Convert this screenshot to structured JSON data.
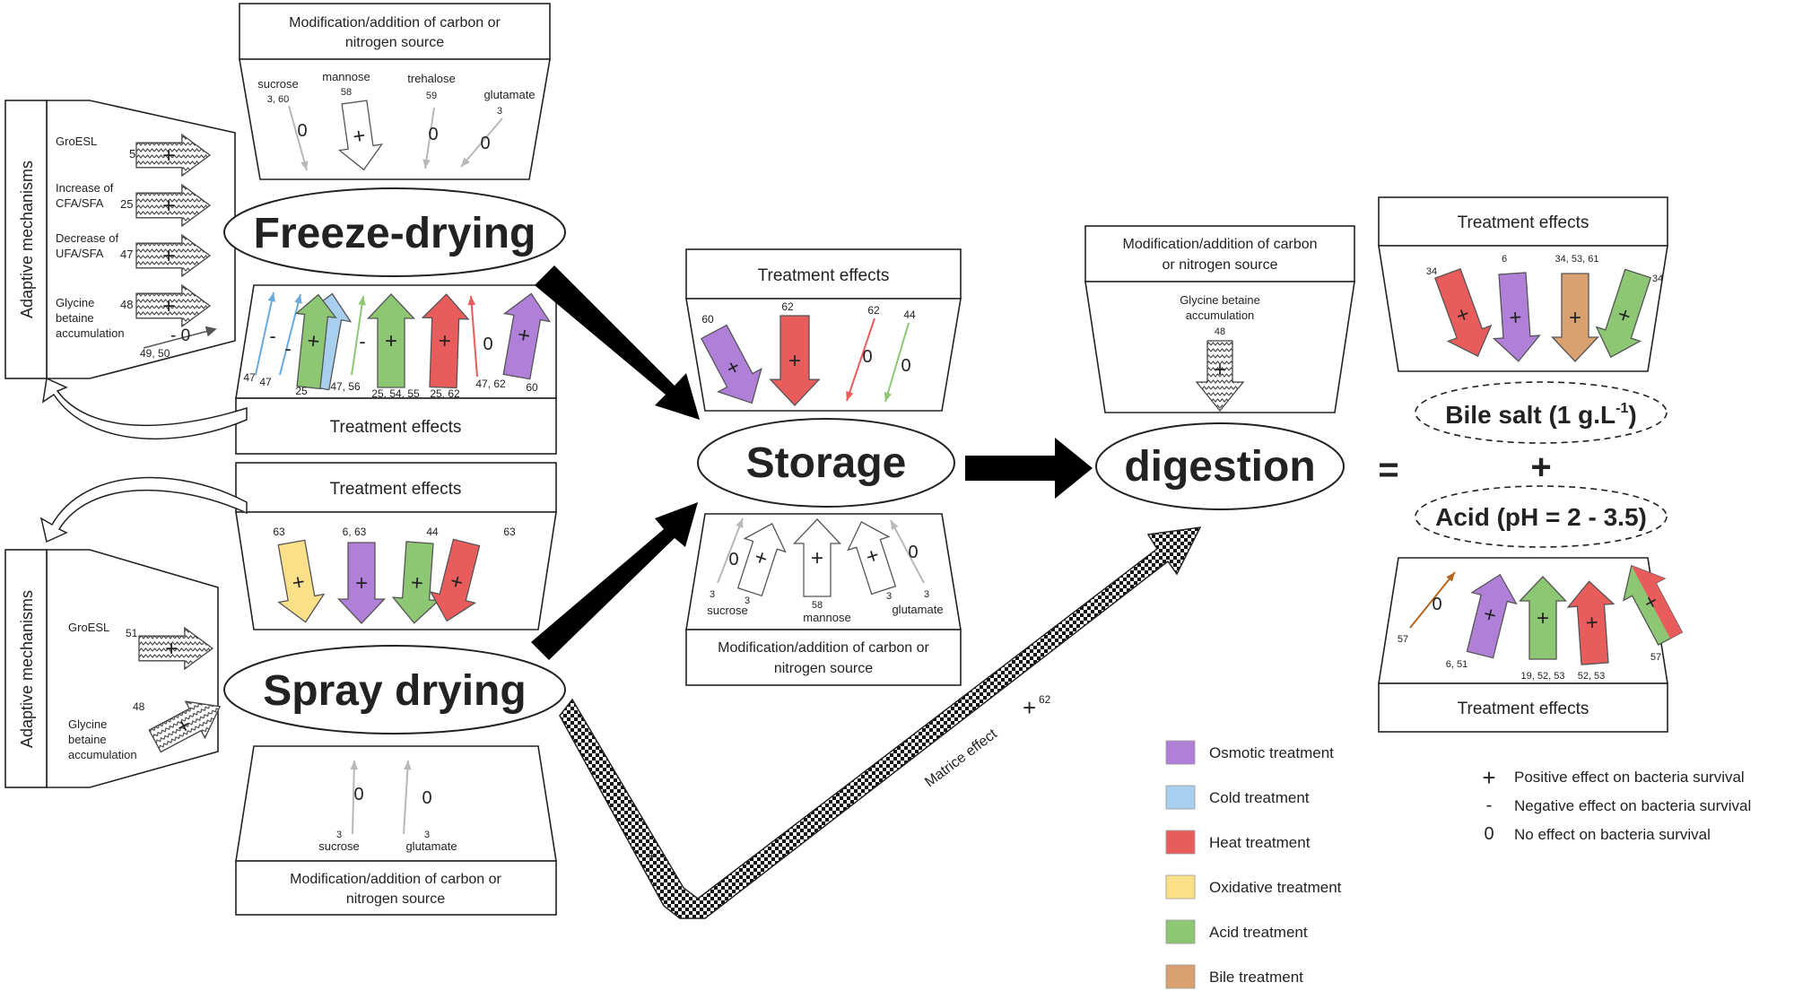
{
  "colors": {
    "osmotic": "#b07fd8",
    "cold": "#a9cfee",
    "heat": "#e85c5c",
    "oxidative": "#fbe08a",
    "acid": "#8dc774",
    "bile": "#d9a070",
    "grey": "#b8b8b8"
  },
  "stages": {
    "freeze": "Freeze-drying",
    "spray": "Spray drying",
    "storage": "Storage",
    "digestion": "digestion"
  },
  "box_titles": {
    "carbon_two_line_a": "Modification/addition of carbon or",
    "carbon_two_line_b": "nitrogen source",
    "carbon_dig_a": "Modification/addition of carbon",
    "carbon_dig_b": "or nitrogen source",
    "treatment": "Treatment effects"
  },
  "adaptive": {
    "label": "Adaptive mechanisms",
    "fd_items": [
      {
        "label_lines": [
          "GroESL"
        ],
        "ref": "51",
        "sign": "+"
      },
      {
        "label_lines": [
          "Increase of",
          "CFA/SFA"
        ],
        "ref": "25",
        "sign": "+"
      },
      {
        "label_lines": [
          "Decrease of",
          "UFA/SFA"
        ],
        "ref": "47",
        "sign": "+"
      },
      {
        "label_lines": [
          "Glycine",
          "betaine",
          "accumulation"
        ],
        "ref": "48",
        "sign": "+"
      }
    ],
    "fd_extra": {
      "ref": "49, 50",
      "signs": "- 0"
    },
    "sd_items": [
      {
        "label_lines": [
          "GroESL"
        ],
        "ref": "51",
        "sign": "+"
      },
      {
        "label_lines": [
          "Glycine",
          "betaine",
          "accumulation"
        ],
        "ref": "48",
        "sign": "+"
      }
    ]
  },
  "fd_carbon": [
    {
      "name": "sucrose",
      "ref": "3, 60",
      "sign": "0"
    },
    {
      "name": "mannose",
      "ref": "58",
      "sign": "+"
    },
    {
      "name": "trehalose",
      "ref": "59",
      "sign": "0"
    },
    {
      "name": "glutamate",
      "ref": "3",
      "sign": "0"
    }
  ],
  "fd_treat": [
    {
      "ref": "47",
      "sign": "-"
    },
    {
      "ref": "47",
      "sign": "-"
    },
    {
      "ref": "25",
      "sign": "+"
    },
    {
      "ref": "47, 56",
      "sign": "-"
    },
    {
      "ref": "25, 54, 55",
      "sign": "+"
    },
    {
      "ref": "25, 62",
      "sign": "+"
    },
    {
      "ref": "47, 62",
      "sign": "0"
    },
    {
      "ref": "60",
      "sign": "+"
    }
  ],
  "sd_treat": [
    {
      "ref": "63",
      "sign": "+"
    },
    {
      "ref": "6, 63",
      "sign": "+"
    },
    {
      "ref": "44",
      "sign": "+"
    },
    {
      "ref": "63",
      "sign": "+"
    }
  ],
  "sd_carbon": [
    {
      "name": "sucrose",
      "ref": "3",
      "sign": "0"
    },
    {
      "name": "glutamate",
      "ref": "3",
      "sign": "0"
    }
  ],
  "storage_treat": [
    {
      "ref": "60",
      "sign": "+"
    },
    {
      "ref": "62",
      "sign": "+"
    },
    {
      "ref": "62",
      "sign": "0"
    },
    {
      "ref": "44",
      "sign": "0"
    }
  ],
  "storage_carbon": [
    {
      "name": "sucrose",
      "ref": "3",
      "sign": "0"
    },
    {
      "name": "",
      "ref": "3",
      "sign": "+"
    },
    {
      "name": "mannose",
      "ref": "58",
      "sign": "+"
    },
    {
      "name": "",
      "ref": "3",
      "sign": "+"
    },
    {
      "name": "glutamate",
      "ref": "3",
      "sign": "0"
    }
  ],
  "dig_carbon": {
    "name_lines": [
      "Glycine betaine",
      "accumulation"
    ],
    "ref": "48",
    "sign": "+"
  },
  "matrice": {
    "label": "Matrice effect",
    "sign": "+",
    "ref": "62"
  },
  "gi": {
    "equals": "=",
    "bile_main": "Bile salt (1 g.L",
    "bile_sup": "-1",
    "bile_close": ")",
    "plus": "+",
    "acid": "Acid (pH = 2 - 3.5)"
  },
  "gi_bile_treat": [
    {
      "ref": "34",
      "sign": "+"
    },
    {
      "ref": "6",
      "sign": "+"
    },
    {
      "ref": "34, 53, 61",
      "sign": "+"
    },
    {
      "ref": "34",
      "sign": "+"
    }
  ],
  "gi_acid_treat": [
    {
      "ref": "57",
      "sign": "0"
    },
    {
      "ref": "6, 51",
      "sign": "+"
    },
    {
      "ref": "19, 52, 53",
      "sign": "+"
    },
    {
      "ref": "52, 53",
      "sign": "+"
    },
    {
      "ref": "57",
      "sign": "+"
    }
  ],
  "legend": [
    {
      "label": "Osmotic treatment",
      "color": "#b07fd8"
    },
    {
      "label": "Cold treatment",
      "color": "#a9cfee"
    },
    {
      "label": "Heat treatment",
      "color": "#e85c5c"
    },
    {
      "label": "Oxidative treatment",
      "color": "#fbe08a"
    },
    {
      "label": "Acid treatment",
      "color": "#8dc774"
    },
    {
      "label": "Bile treatment",
      "color": "#d9a070"
    }
  ],
  "effects_legend": [
    {
      "symbol": "+",
      "label": "Positive effect on bacteria survival"
    },
    {
      "symbol": "-",
      "label": "Negative effect on bacteria survival"
    },
    {
      "symbol": "0",
      "label": "No effect on bacteria survival"
    }
  ]
}
